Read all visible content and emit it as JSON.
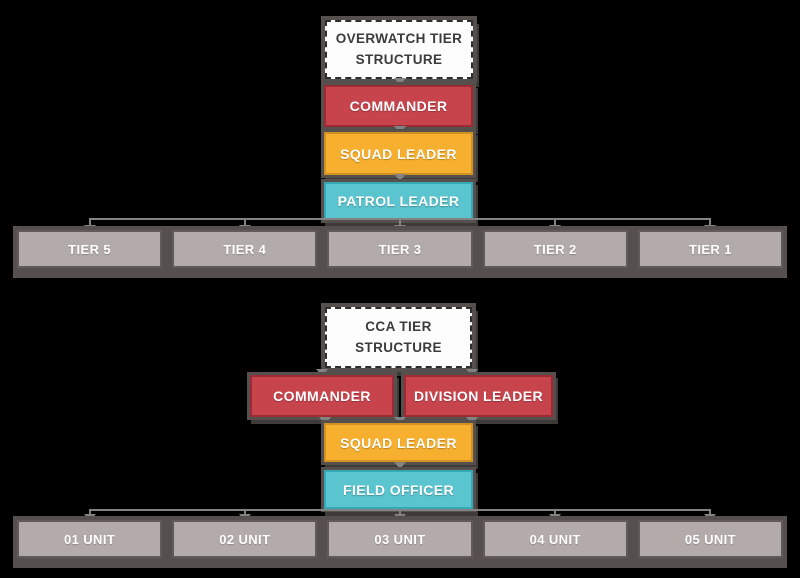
{
  "diagram": {
    "kind": "org-chart",
    "background": "#000000"
  },
  "colors": {
    "commander_red": "#c7444d",
    "commander_red_border": "#9c2b33",
    "leader_orange": "#f7af2f",
    "leader_orange_border": "#d29222",
    "officer_cyan": "#5ac4cf",
    "officer_cyan_border": "#35a9b5",
    "tier_gray": "#b3aaaa",
    "tier_gray_border": "#615a5a",
    "connector_gray": "#838383",
    "header_bg": "#fdfdfd",
    "header_text": "#3b3b3b"
  },
  "overwatch": {
    "title": "OVERWATCH TIER\nSTRUCTURE",
    "commander": "COMMANDER",
    "squad_leader": "SQUAD LEADER",
    "patrol_leader": "PATROL LEADER",
    "tiers": [
      "TIER 5",
      "TIER 4",
      "TIER 3",
      "TIER 2",
      "TIER 1"
    ]
  },
  "cca": {
    "title": "CCA TIER\nSTRUCTURE",
    "commander": "COMMANDER",
    "division_leader": "DIVISION LEADER",
    "squad_leader": "SQUAD LEADER",
    "field_officer": "FIELD OFFICER",
    "units": [
      "01 UNIT",
      "02 UNIT",
      "03 UNIT",
      "04 UNIT",
      "05 UNIT"
    ]
  }
}
